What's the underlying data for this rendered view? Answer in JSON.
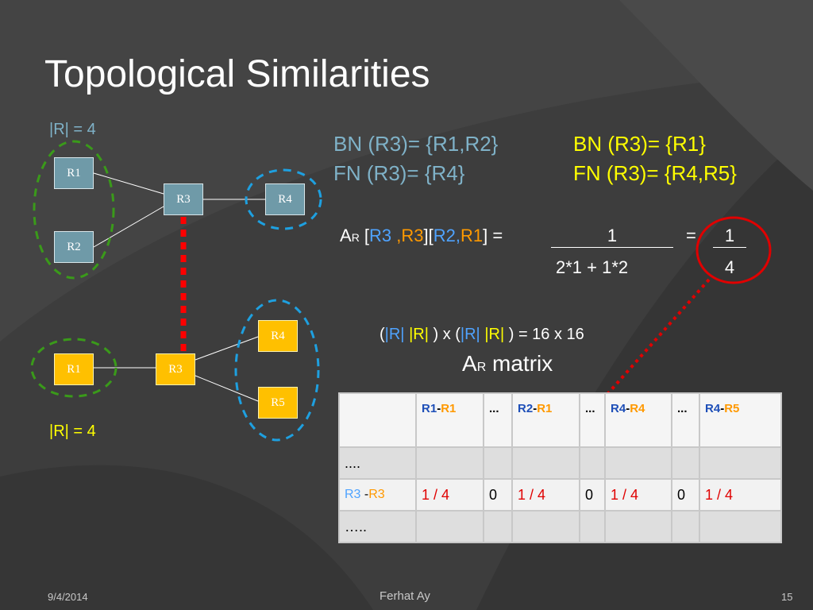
{
  "title": "Topological Similarities",
  "top_graph": {
    "r_count_label": "|R| = 4",
    "nodes": {
      "r1": "R1",
      "r2": "R2",
      "r3": "R3",
      "r4": "R4"
    }
  },
  "bottom_graph": {
    "r_count_label": "|R| = 4",
    "nodes": {
      "r1": "R1",
      "r3": "R3",
      "r4": "R4",
      "r5": "R5"
    }
  },
  "bn_fn_left": {
    "bn": "BN (R3)= {R1,R2}",
    "fn": "FN (R3)= {R4}"
  },
  "bn_fn_right": {
    "bn": "BN (R3)= {R1}",
    "fn": "FN (R3)= {R4,R5}"
  },
  "formula": {
    "a_letter": "A",
    "a_sub": "R",
    "open1": " [",
    "r3_a": "R3",
    "comma": " ,",
    "r3_b": "R3",
    "mid": "][",
    "r2": "R2,",
    "r1": "R1",
    "close": "] =",
    "numerator": "1",
    "denominator": "2*1 + 1*2",
    "equals": "=",
    "result_num": "1",
    "result_den": "4"
  },
  "matrix_size": {
    "p1": "(",
    "r_a": "|R|",
    "space": " ",
    "r_b": "|R|",
    "p2": " ) x (",
    "r_c": "|R|",
    "r_d": "|R|",
    "p3": " ) = 16 x 16"
  },
  "matrix_title": {
    "a": "A",
    "sub": "R",
    "rest": " matrix"
  },
  "matrix": {
    "headers": [
      {
        "a": "R1",
        "b": "R1"
      },
      {
        "dots": "..."
      },
      {
        "a": "R2",
        "b": "R1"
      },
      {
        "dots": "..."
      },
      {
        "a": "R4",
        "b": "R4"
      },
      {
        "dots": "..."
      },
      {
        "a": "R4",
        "b": "R5"
      }
    ],
    "dash": "-",
    "row_dots": "....",
    "row_label": {
      "a": "R3",
      "dash": " -",
      "b": "R3"
    },
    "row_values": [
      "1 / 4",
      "0",
      "1 / 4",
      "0",
      "1 / 4",
      "0",
      "1 / 4"
    ],
    "row_dots_end": "….."
  },
  "footer": {
    "date": "9/4/2014",
    "author": "Ferhat Ay",
    "page": "15"
  }
}
